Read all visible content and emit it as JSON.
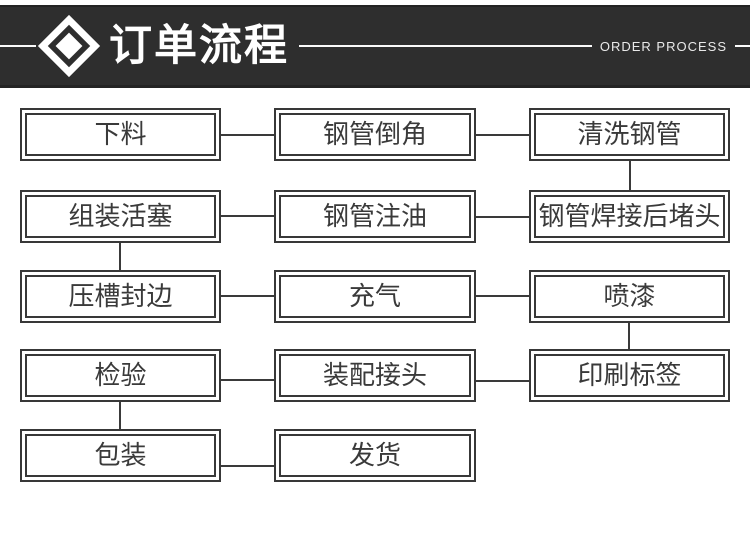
{
  "header": {
    "title": "订单流程",
    "subtitle": "ORDER PROCESS",
    "bg_color": "#2e2e2e",
    "text_color": "#ffffff",
    "icon": "diamond-icon"
  },
  "flowchart": {
    "box_border_color": "#383838",
    "box_text_color": "#3a3a3a",
    "line_color": "#3a3a3a",
    "background_color": "#ffffff",
    "nodes": [
      {
        "label": "下料"
      },
      {
        "label": "钢管倒角"
      },
      {
        "label": "清洗钢管"
      },
      {
        "label": "组装活塞"
      },
      {
        "label": "钢管注油"
      },
      {
        "label": "钢管焊接后堵头"
      },
      {
        "label": "压槽封边"
      },
      {
        "label": "充气"
      },
      {
        "label": "喷漆"
      },
      {
        "label": "检验"
      },
      {
        "label": "装配接头"
      },
      {
        "label": "印刷标签"
      },
      {
        "label": "包装"
      },
      {
        "label": "发货"
      }
    ],
    "connections": [
      {
        "from": "下料",
        "to": "钢管倒角"
      },
      {
        "from": "钢管倒角",
        "to": "清洗钢管"
      },
      {
        "from": "清洗钢管",
        "to": "钢管焊接后堵头"
      },
      {
        "from": "组装活塞",
        "to": "钢管注油"
      },
      {
        "from": "钢管注油",
        "to": "钢管焊接后堵头"
      },
      {
        "from": "组装活塞",
        "to": "压槽封边"
      },
      {
        "from": "压槽封边",
        "to": "充气"
      },
      {
        "from": "充气",
        "to": "喷漆"
      },
      {
        "from": "喷漆",
        "to": "印刷标签"
      },
      {
        "from": "检验",
        "to": "装配接头"
      },
      {
        "from": "装配接头",
        "to": "印刷标签"
      },
      {
        "from": "检验",
        "to": "包装"
      },
      {
        "from": "包装",
        "to": "发货"
      }
    ]
  }
}
